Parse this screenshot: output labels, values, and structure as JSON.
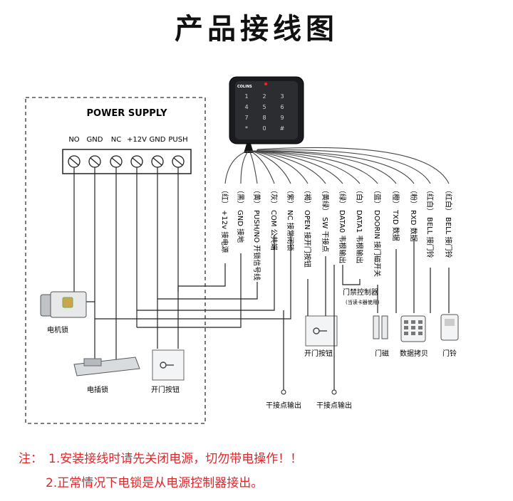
{
  "title": "产品接线图",
  "power_supply": {
    "label": "POWER SUPPLY",
    "terminals": [
      "NO",
      "GND",
      "NC",
      "+12V",
      "GND",
      "PUSH"
    ]
  },
  "device": {
    "brand": "COLINS"
  },
  "wires": [
    {
      "color": "（红）",
      "desc": "+12v 接电源"
    },
    {
      "color": "（黑）",
      "desc": "GND 接地"
    },
    {
      "color": "（黄）",
      "desc": "PUSH/NO 开锁信号线"
    },
    {
      "color": "（灰）",
      "desc": "COM 公共端"
    },
    {
      "color": "（紫）",
      "desc": "NC 接常闭锁"
    },
    {
      "color": "（褐）",
      "desc": "OPEN 接开门按钮"
    },
    {
      "color": "（黄绿）",
      "desc": "SW 干接点"
    },
    {
      "color": "（绿）",
      "desc": "DATA0 韦根输出"
    },
    {
      "color": "（白）",
      "desc": "DATA1 韦根输出"
    },
    {
      "color": "（蓝）",
      "desc": "DOORIN 接门磁开关"
    },
    {
      "color": "（橙）",
      "desc": "TXD 数据"
    },
    {
      "color": "（粉）",
      "desc": "RXD 数据"
    },
    {
      "color": "（红白）",
      "desc": "BELL 接门铃"
    },
    {
      "color": "（红白）",
      "desc": "BELL 接门铃"
    }
  ],
  "devices": {
    "electric_lock": "电机锁",
    "bolt_lock": "电插锁",
    "exit_button_left": "开门按钮",
    "exit_button_right": "开门按钮",
    "access_controller": "门禁控制器",
    "access_controller_note": "(当读卡器使用)",
    "door_contact": "门磁",
    "data_copy": "数据拷贝",
    "doorbell": "门铃",
    "dry_contact_out_1": "干接点输出",
    "dry_contact_out_2": "干接点输出"
  },
  "notes": {
    "prefix": "注：",
    "line1": "1.安装接线时请先关闭电源，切勿带电操作！！",
    "line2": "2.正常情况下电锁是从电源控制器接出。"
  }
}
